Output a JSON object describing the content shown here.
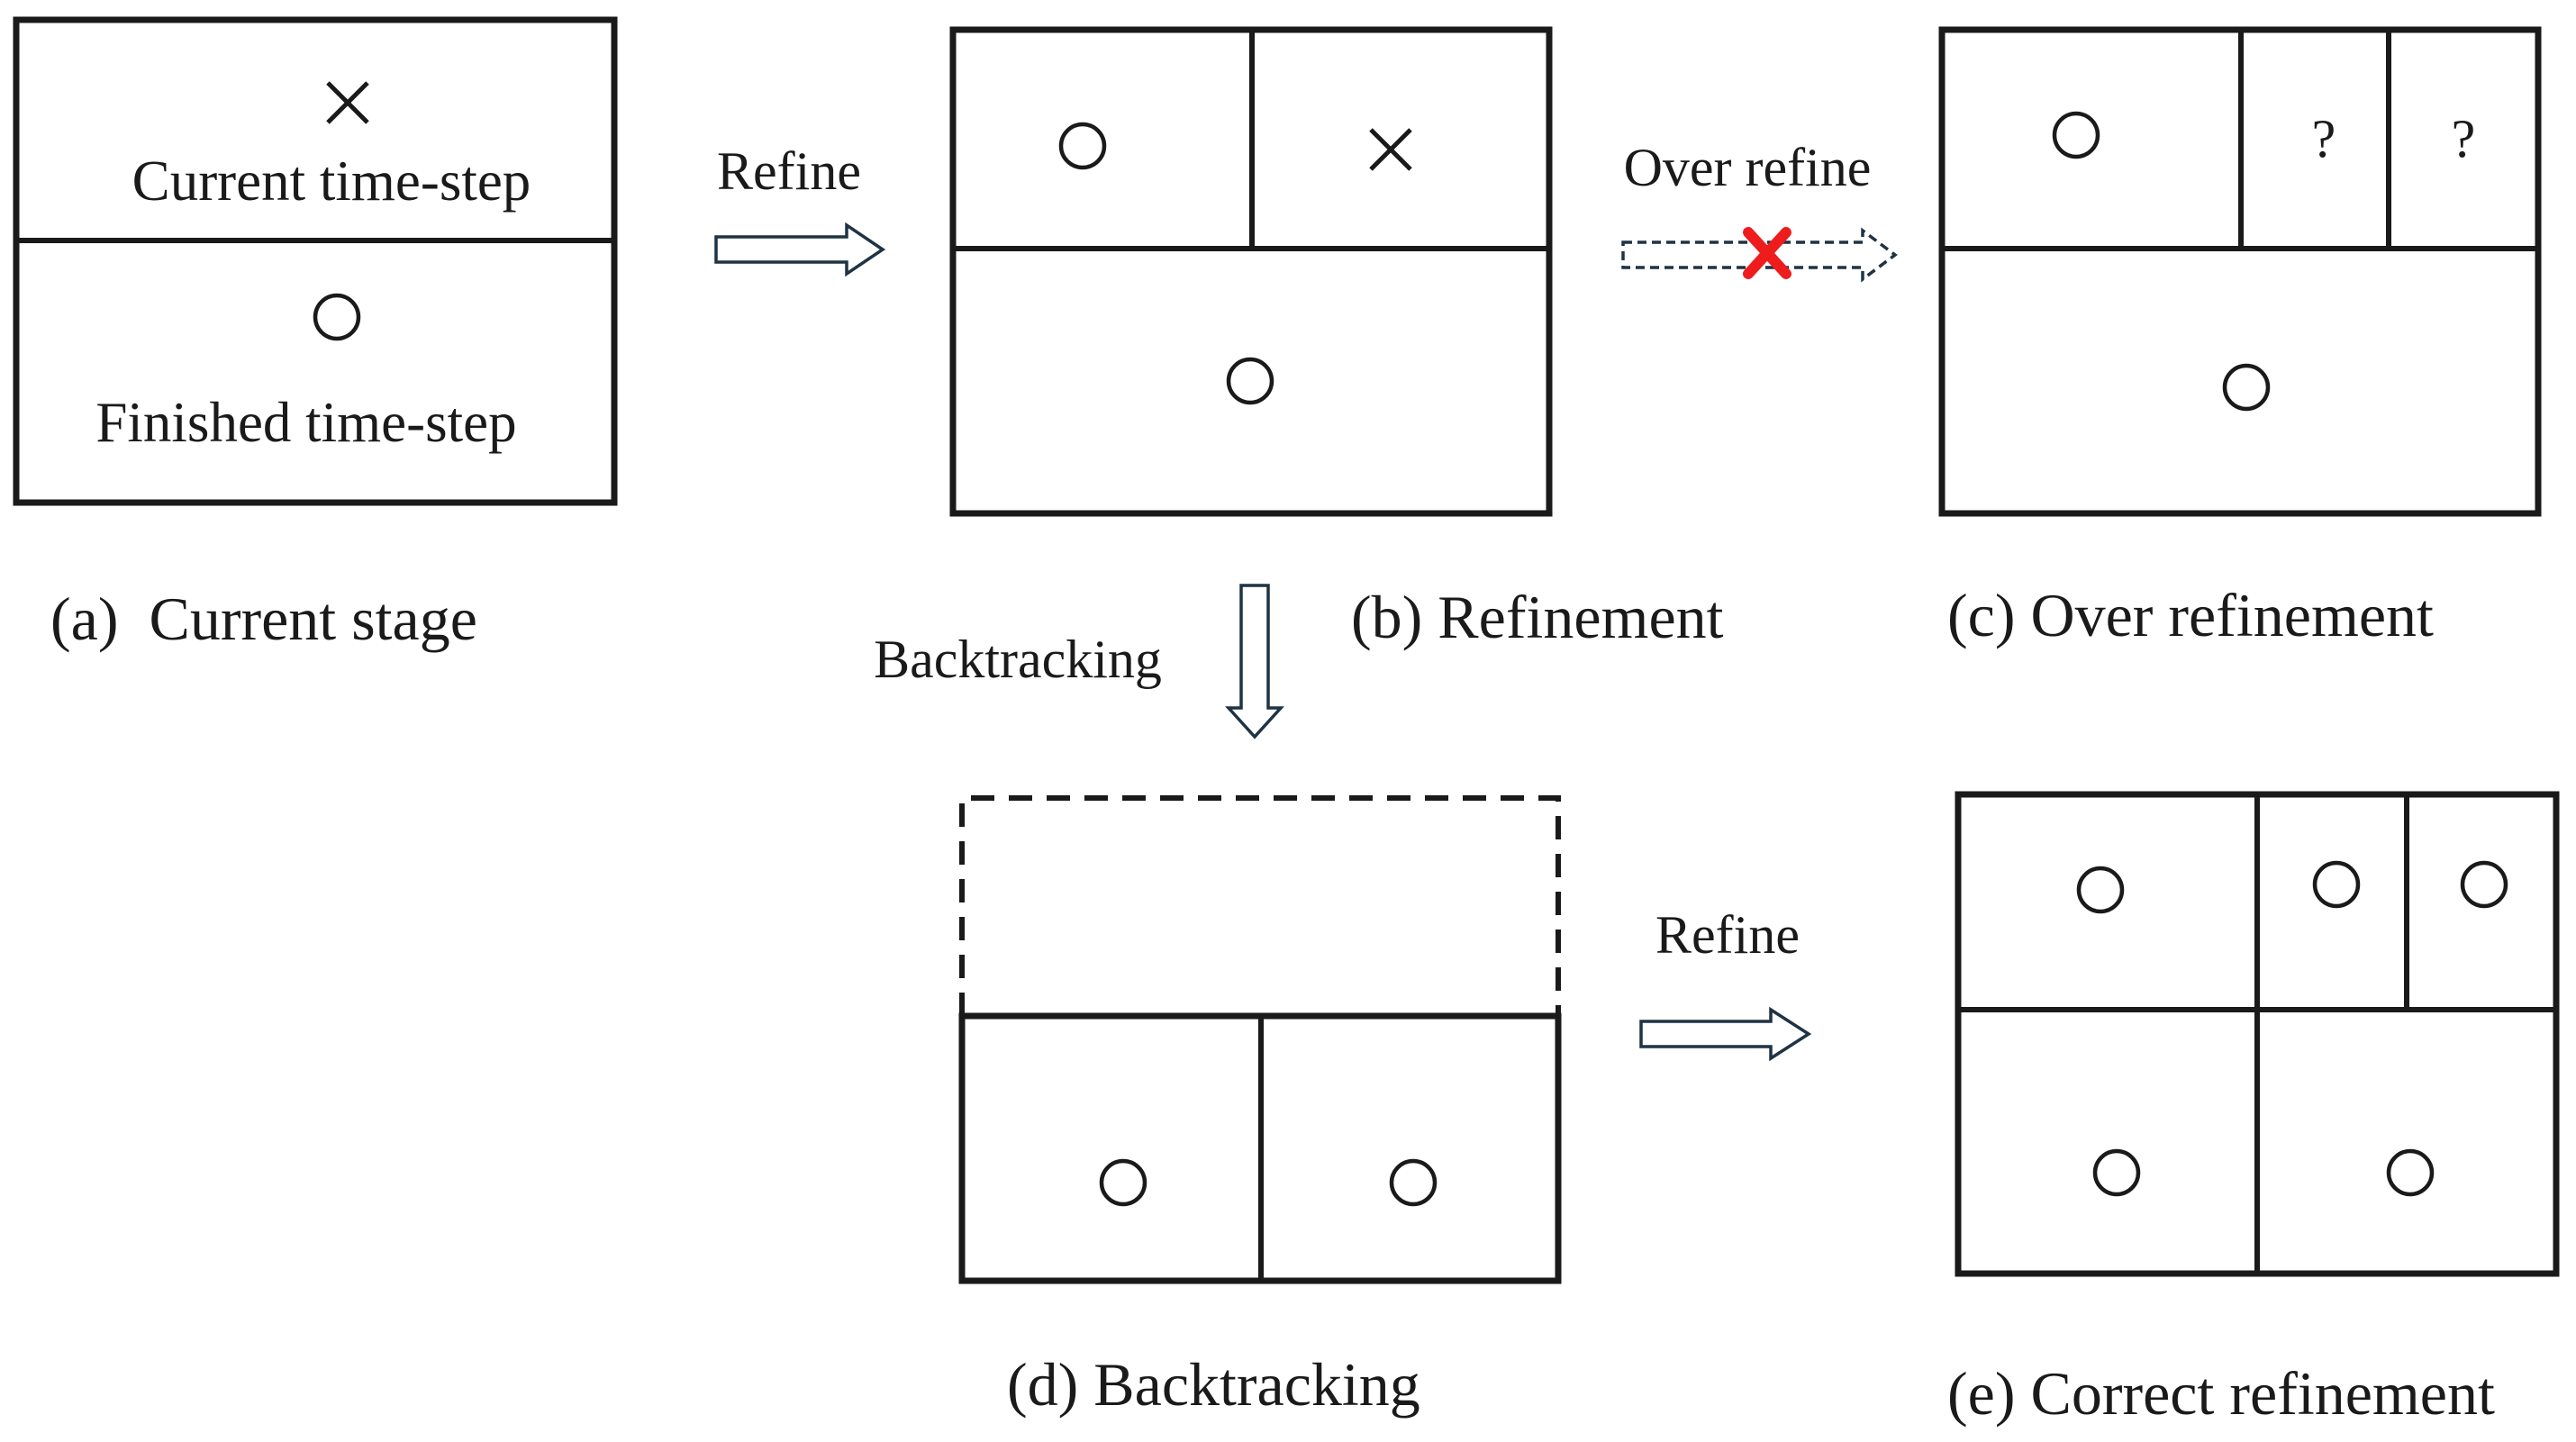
{
  "panel_a": {
    "current_step_label": "Current time-step",
    "finished_step_label": "Finished time-step",
    "caption": "(a)  Current stage"
  },
  "panel_b": {
    "caption": "(b) Refinement"
  },
  "panel_c": {
    "caption": "(c) Over refinement",
    "unknown_mark": "?"
  },
  "panel_d": {
    "caption": "(d) Backtracking"
  },
  "panel_e": {
    "caption": "(e) Correct refinement"
  },
  "arrows": {
    "refine_label": "Refine",
    "over_refine_label": "Over refine",
    "backtracking_label": "Backtracking",
    "refine_label_2": "Refine"
  },
  "colors": {
    "line": "#1a1a1a",
    "arrow_outline": "#1f3344",
    "reject_mark": "#ee1c1c"
  }
}
